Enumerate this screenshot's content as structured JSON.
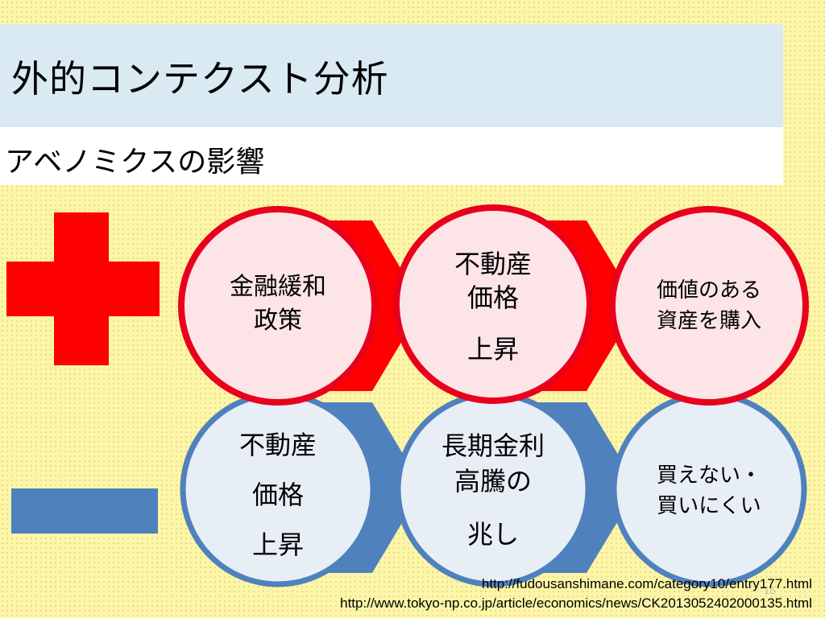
{
  "title": "外的コンテクスト分析",
  "subtitle": "アベノミクスの影響",
  "colors": {
    "positive": "#ff0000",
    "negative": "#4f81bd",
    "positive_circle_fill": "#fde4e7",
    "negative_circle_fill": "#e8eef6",
    "title_band": "#daeaf3"
  },
  "positive_row": {
    "sign_icon": "plus-icon",
    "steps": [
      {
        "lines": [
          "金融緩和",
          "政策"
        ]
      },
      {
        "lines": [
          "不動産",
          "価格",
          "上昇"
        ]
      },
      {
        "lines": [
          "価値のある",
          "資産を購入"
        ]
      }
    ]
  },
  "negative_row": {
    "sign_icon": "minus-icon",
    "steps": [
      {
        "lines": [
          "不動産",
          "価格",
          "上昇"
        ]
      },
      {
        "lines": [
          "長期金利",
          "高騰の",
          "兆し"
        ]
      },
      {
        "lines": [
          "買えない・",
          "買いにくい"
        ]
      }
    ]
  },
  "sources": [
    "http://fudousanshimane.com/category10/entry177.html",
    "http://www.tokyo-np.co.jp/article/economics/news/CK2013052402000135.html"
  ],
  "page_number": "15"
}
